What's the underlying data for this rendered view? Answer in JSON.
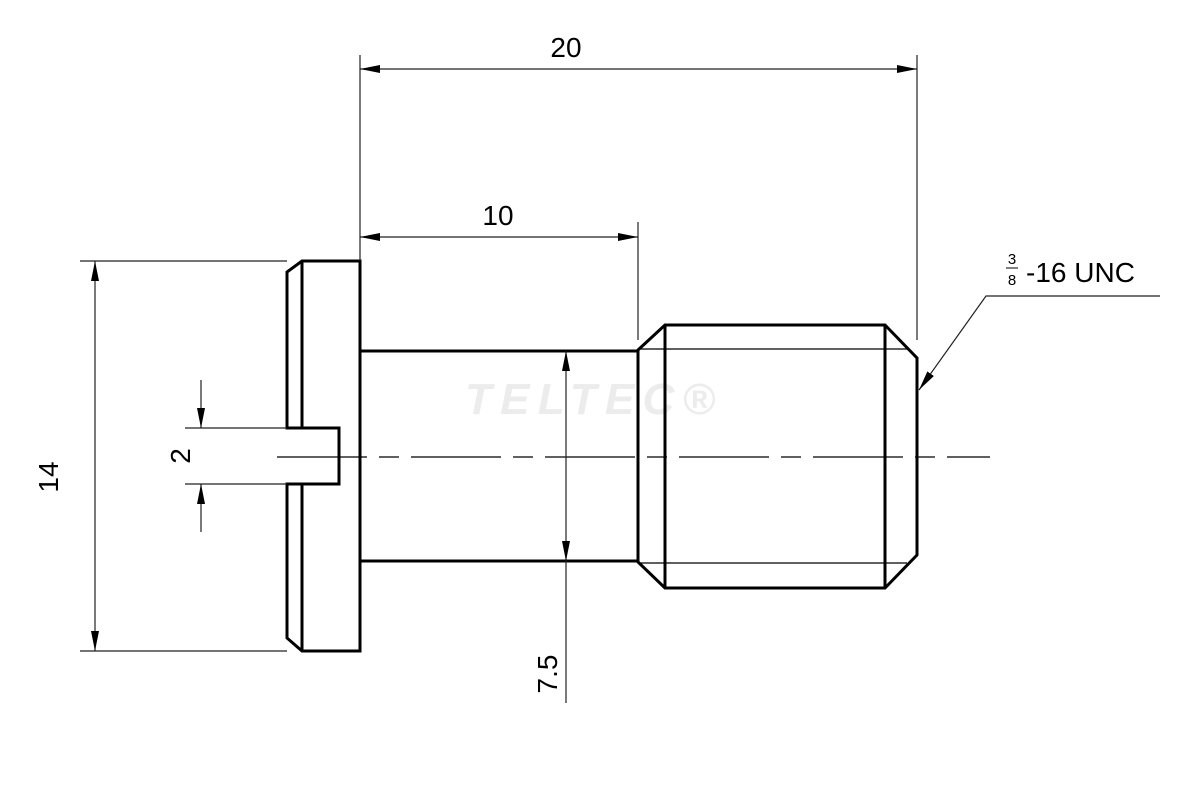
{
  "drawing": {
    "dimensions": {
      "overall_length": "20",
      "shank_length": "10",
      "head_diameter": "14",
      "slot_width": "2",
      "shank_diameter": "7.5"
    },
    "thread": {
      "fraction_numerator": "3",
      "fraction_denominator": "8",
      "spec": "-16 UNC"
    },
    "watermark": "TELTEC®"
  }
}
